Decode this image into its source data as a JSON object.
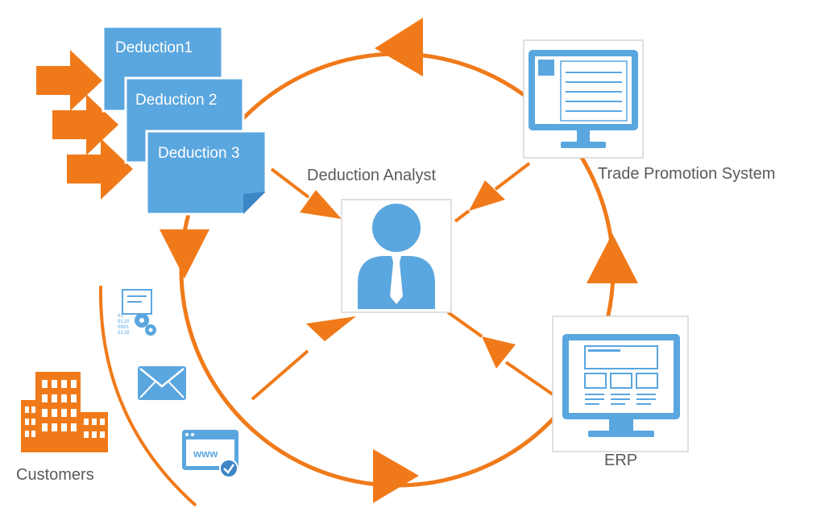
{
  "diagram": {
    "deductions": [
      "Deduction1",
      "Deduction 2",
      "Deduction 3"
    ],
    "analyst_label": "Deduction Analyst",
    "trade_promotion_label": "Trade Promotion System",
    "erp_label": "ERP",
    "customers_label": "Customers",
    "web_text": "www",
    "binary_text": "01 0110 0001 0110"
  },
  "colors": {
    "orange": "#f07a1a",
    "blue": "#5aa6df",
    "dark_blue": "#3d86c6",
    "text_gray": "#5a5a5a"
  },
  "icons": [
    "arrow-right-icon",
    "document-icon",
    "person-icon",
    "monitor-icon",
    "building-icon",
    "settings-data-icon",
    "envelope-icon",
    "web-check-icon"
  ]
}
